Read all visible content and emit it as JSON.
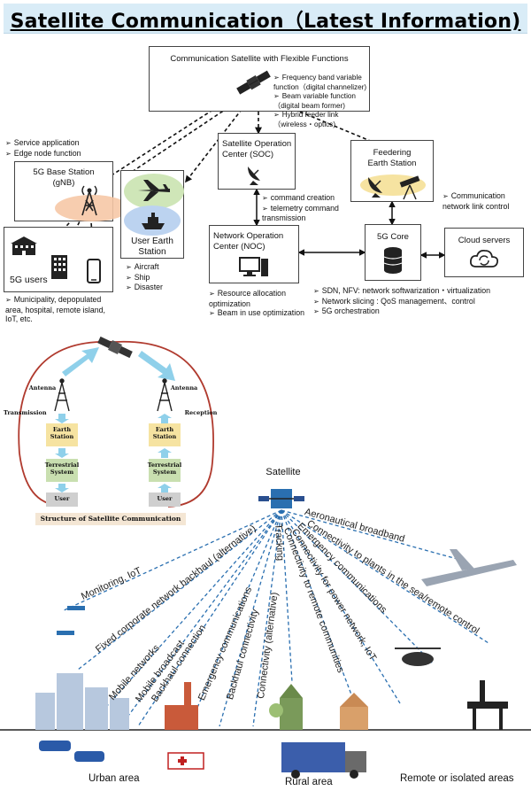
{
  "title": "Satellite Communication（Latest Information)",
  "satellite_box": {
    "title": "Communication Satellite with Flexible Functions",
    "functions": [
      "Frequency band variable function（digital channelizer)",
      "Beam variable function（digital beam former)",
      "Hybrid feeder link（wireless・optics)"
    ]
  },
  "base_station": {
    "bullets": [
      "Service application",
      "Edge node function"
    ],
    "title_line1": "5G Base Station",
    "title_line2": "(gNB)"
  },
  "users_box": {
    "label": "5G users",
    "bullets": [
      "Municipality, depopulated area, hospital, remote island, IoT, etc."
    ]
  },
  "user_earth": {
    "line1": "User Earth",
    "line2": "Station",
    "bullets": [
      "Aircraft",
      "Ship",
      "Disaster"
    ]
  },
  "soc": {
    "line1": "Satellite Operation",
    "line2": "Center (SOC)",
    "bullets": [
      "command creation",
      "telemetry command transmission"
    ]
  },
  "feeder": {
    "line1": "Feedering",
    "line2": "Earth Station",
    "bullets": [
      "Communication network link control"
    ]
  },
  "noc": {
    "line1": "Network Operation",
    "line2": "Center (NOC)",
    "bullets": [
      "Resource allocation optimization",
      "Beam in use optimization"
    ]
  },
  "core": {
    "label": "5G Core",
    "bullets": [
      "SDN, NFV: network softwarization・virtualization",
      "Network slicing : QoS management、control",
      "5G orchestration"
    ]
  },
  "cloud": {
    "label": "Cloud servers"
  },
  "structure": {
    "caption": "Structure of Satellite Communication",
    "antenna": "Antenna",
    "transmission": "Transmission",
    "reception": "Reception",
    "earth_station_1": "Earth",
    "earth_station_2": "Station",
    "terrestrial_1": "Terrestrial",
    "terrestrial_2": "System",
    "user": "User"
  },
  "usecase": {
    "satellite_label": "Satellite",
    "rays": [
      "Monitoring, IoT",
      "Fixed corporate network backhaul (alternative)",
      "Mobile networks",
      "Mobile broadcast",
      "Backhaul connection",
      "Emergency communications",
      "Backhaul connectivity",
      "Connectivity (alternative)",
      "Tracking",
      "Connectivity to remote communities",
      "Connectivity for power network, IoT",
      "Emergency communications",
      "Connectivity to plants in the sea/remote control",
      "Aeronautical broadband"
    ],
    "areas": [
      "Urban area",
      "Rural area",
      "Remote or isolated areas"
    ]
  },
  "colors": {
    "title_band": "#d9ecf7",
    "orange_ellipse": "#f6c8a6",
    "green_ellipse": "#cfe6b8",
    "blue_ellipse": "#bcd3f0",
    "orbit_red": "#b03a2e",
    "arrow_blue": "#8fd0ea",
    "earth_station_fill": "#f6e3a1",
    "terrestrial_fill": "#c9dfb0",
    "user_fill": "#cfcfcf",
    "dashed_blue": "#2a6fb0"
  }
}
